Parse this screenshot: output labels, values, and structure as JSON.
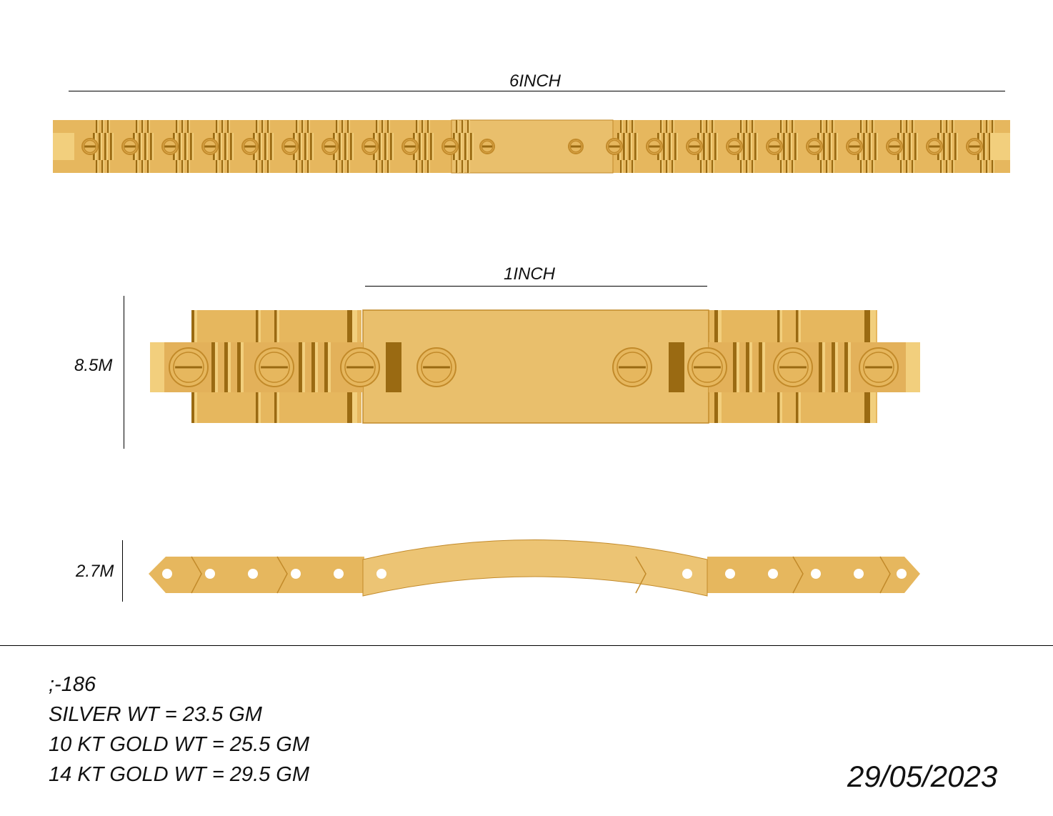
{
  "dimensions": {
    "length": "6INCH",
    "center_plate_width": "1INCH",
    "width": "8.5M",
    "thickness": "2.7M"
  },
  "specs": {
    "code": ";-186",
    "silver": "SILVER WT = 23.5 GM",
    "gold10": "10 KT GOLD WT = 25.5 GM",
    "gold14": "14 KT GOLD WT = 29.5 GM"
  },
  "date": "29/05/2023",
  "colors": {
    "gold_base": "#e6b75e",
    "gold_light": "#f2cf7d",
    "gold_dark": "#9a6a12",
    "gold_shadow": "#c28a2a"
  }
}
